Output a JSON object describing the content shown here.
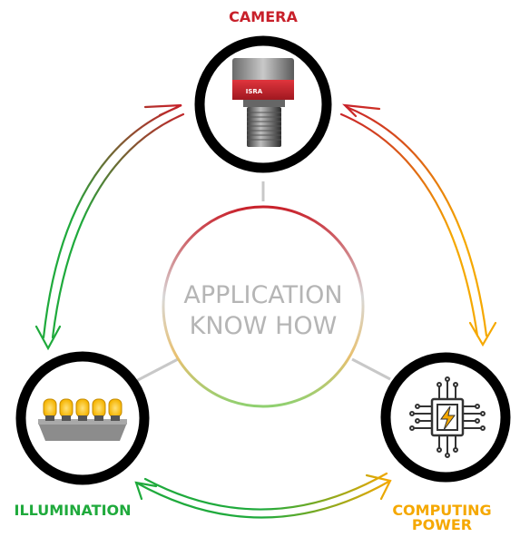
{
  "center": {
    "line1": "APPLICATION",
    "line2": "KNOW HOW"
  },
  "nodes": {
    "camera": {
      "label": "CAMERA",
      "brand": "ISRA",
      "color": "#c8202a",
      "icon": "camera-icon"
    },
    "illumination": {
      "label": "ILLUMINATION",
      "color": "#1faa3c",
      "icon": "light-bar-icon"
    },
    "computing": {
      "label_line1": "COMPUTING",
      "label_line2": "POWER",
      "color": "#f5a800",
      "icon": "processor-chip-icon"
    }
  },
  "colors": {
    "red": "#c8202a",
    "green": "#1faa3c",
    "orange": "#f5a800",
    "ring": "#000000",
    "spoke": "#c8c8c8"
  }
}
